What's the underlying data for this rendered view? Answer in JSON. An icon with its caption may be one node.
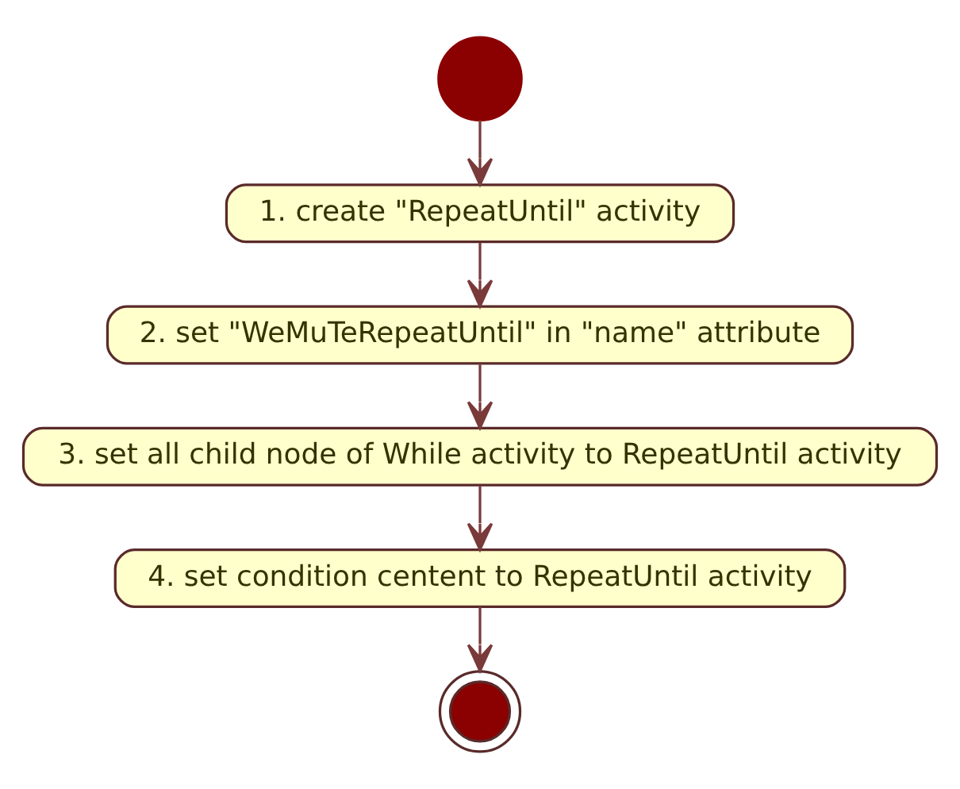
{
  "diagram": {
    "nodes": [
      {
        "text": [],
        "shape": "circle"
      },
      {
        "text": [
          "1. create \"RepeatUntil\" activity"
        ]
      },
      {
        "text": [
          "2. set \"WeMuTeRepeatUntil\" in \"name\" attribute"
        ]
      },
      {
        "text": [
          "3. set all child node of While activity to RepeatUntil activity"
        ]
      },
      {
        "text": [
          "4. set condition centent to RepeatUntil activity"
        ]
      },
      {
        "text": [],
        "shape": "bullseye"
      }
    ],
    "edges": [
      {
        "from": 0,
        "to": 1,
        "arrow": "to"
      },
      {
        "from": 1,
        "to": 2,
        "arrow": "to"
      },
      {
        "from": 2,
        "to": 3,
        "arrow": "to"
      },
      {
        "from": 3,
        "to": 4,
        "arrow": "to"
      },
      {
        "from": 4,
        "to": 5,
        "arrow": "to"
      }
    ]
  }
}
